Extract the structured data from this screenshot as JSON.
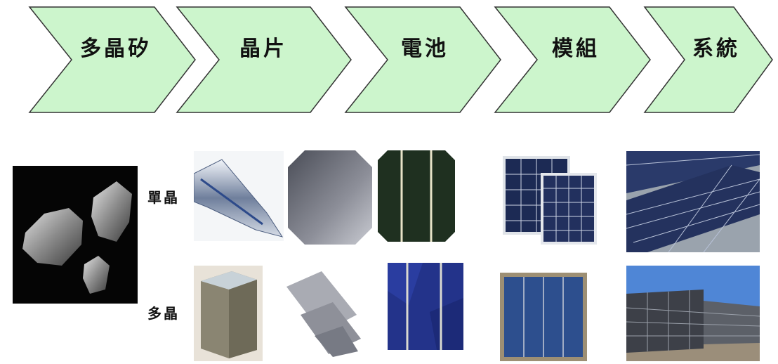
{
  "stages": [
    {
      "label": "多晶矽"
    },
    {
      "label": "晶片"
    },
    {
      "label": "電池"
    },
    {
      "label": "模組"
    },
    {
      "label": "系統"
    }
  ],
  "rows": {
    "mono_label": "單晶",
    "poly_label": "多晶"
  },
  "colors": {
    "chevron_fill": "#ccf5cc",
    "chevron_stroke": "#333333"
  }
}
